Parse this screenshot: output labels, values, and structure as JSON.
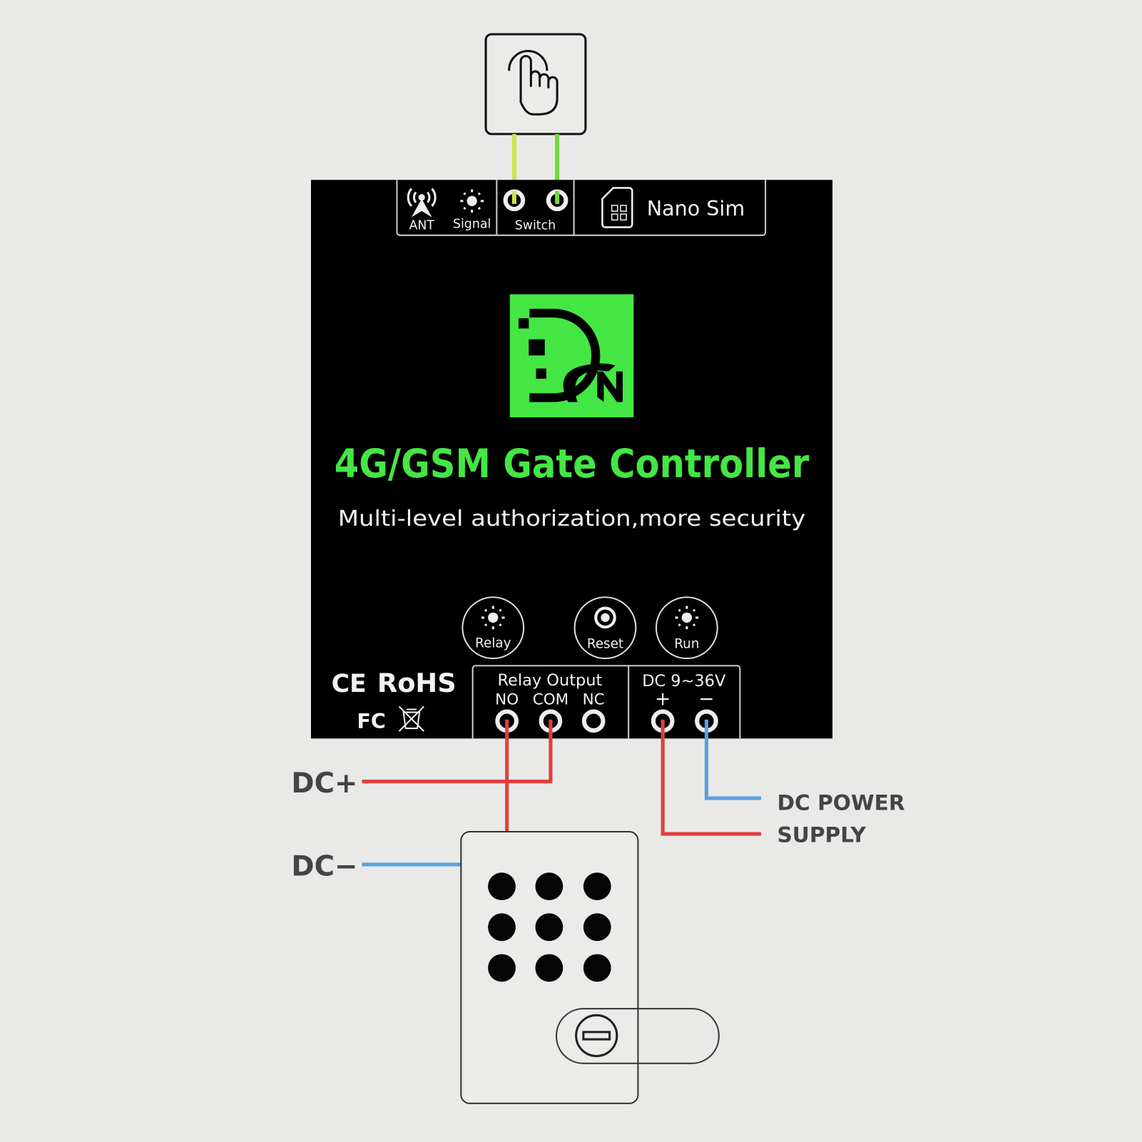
{
  "top_panel": {
    "ant_label": "ANT",
    "signal_label": "Signal",
    "switch_label": "Switch",
    "sim_label": "Nano Sim"
  },
  "logo": {
    "text": "DN"
  },
  "title": "4G/GSM Gate Controller",
  "subtitle": "Multi-level authorization,more security",
  "indicators": {
    "relay": "Relay",
    "reset": "Reset",
    "run": "Run"
  },
  "certifications": {
    "ce": "CE",
    "rohs": "RoHS",
    "fcc": "FC"
  },
  "terminals": {
    "relay_output_label": "Relay Output",
    "no": "NO",
    "com": "COM",
    "nc": "NC",
    "power_label": "DC 9~36V",
    "plus": "+",
    "minus": "−"
  },
  "wiring": {
    "dc_plus": "DC+",
    "dc_minus": "DC−",
    "power_line1": "DC POWER",
    "power_line2": "SUPPLY"
  },
  "colors": {
    "brand_green": "#44e644",
    "wire_red": "#e0403f",
    "wire_blue": "#5a9fe0",
    "wire_yellow": "#cde34a",
    "wire_green": "#72d93d"
  }
}
